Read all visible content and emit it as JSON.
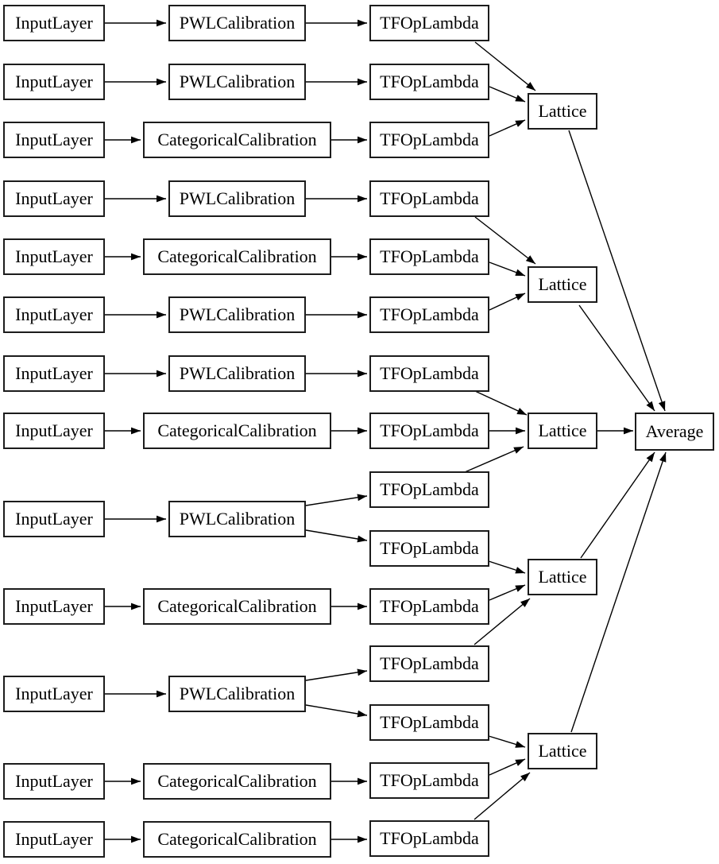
{
  "diagram": {
    "type": "model-graph",
    "colors": {
      "background": "#ffffff",
      "node_fill": "#ffffff",
      "node_border": "#1c1c1c",
      "edge": "#000000",
      "text": "#000000"
    },
    "nodes": [
      {
        "id": "input-1",
        "label": "InputLayer"
      },
      {
        "id": "pwl-1",
        "label": "PWLCalibration"
      },
      {
        "id": "tfop-1",
        "label": "TFOpLambda"
      },
      {
        "id": "input-2",
        "label": "InputLayer"
      },
      {
        "id": "pwl-2",
        "label": "PWLCalibration"
      },
      {
        "id": "tfop-2",
        "label": "TFOpLambda"
      },
      {
        "id": "input-3",
        "label": "InputLayer"
      },
      {
        "id": "cat-1",
        "label": "CategoricalCalibration"
      },
      {
        "id": "tfop-3",
        "label": "TFOpLambda"
      },
      {
        "id": "input-4",
        "label": "InputLayer"
      },
      {
        "id": "pwl-3",
        "label": "PWLCalibration"
      },
      {
        "id": "tfop-4",
        "label": "TFOpLambda"
      },
      {
        "id": "input-5",
        "label": "InputLayer"
      },
      {
        "id": "cat-2",
        "label": "CategoricalCalibration"
      },
      {
        "id": "tfop-5",
        "label": "TFOpLambda"
      },
      {
        "id": "input-6",
        "label": "InputLayer"
      },
      {
        "id": "pwl-4",
        "label": "PWLCalibration"
      },
      {
        "id": "tfop-6",
        "label": "TFOpLambda"
      },
      {
        "id": "input-7",
        "label": "InputLayer"
      },
      {
        "id": "pwl-5",
        "label": "PWLCalibration"
      },
      {
        "id": "tfop-7",
        "label": "TFOpLambda"
      },
      {
        "id": "input-8",
        "label": "InputLayer"
      },
      {
        "id": "cat-3",
        "label": "CategoricalCalibration"
      },
      {
        "id": "tfop-8",
        "label": "TFOpLambda"
      },
      {
        "id": "input-9",
        "label": "InputLayer"
      },
      {
        "id": "pwl-6",
        "label": "PWLCalibration"
      },
      {
        "id": "tfop-9",
        "label": "TFOpLambda"
      },
      {
        "id": "tfop-10",
        "label": "TFOpLambda"
      },
      {
        "id": "input-10",
        "label": "InputLayer"
      },
      {
        "id": "cat-4",
        "label": "CategoricalCalibration"
      },
      {
        "id": "tfop-11",
        "label": "TFOpLambda"
      },
      {
        "id": "input-11",
        "label": "InputLayer"
      },
      {
        "id": "pwl-7",
        "label": "PWLCalibration"
      },
      {
        "id": "tfop-12",
        "label": "TFOpLambda"
      },
      {
        "id": "tfop-13",
        "label": "TFOpLambda"
      },
      {
        "id": "input-12",
        "label": "InputLayer"
      },
      {
        "id": "cat-5",
        "label": "CategoricalCalibration"
      },
      {
        "id": "tfop-14",
        "label": "TFOpLambda"
      },
      {
        "id": "input-13",
        "label": "InputLayer"
      },
      {
        "id": "cat-6",
        "label": "CategoricalCalibration"
      },
      {
        "id": "tfop-15",
        "label": "TFOpLambda"
      },
      {
        "id": "lattice-1",
        "label": "Lattice"
      },
      {
        "id": "lattice-2",
        "label": "Lattice"
      },
      {
        "id": "lattice-3",
        "label": "Lattice"
      },
      {
        "id": "lattice-4",
        "label": "Lattice"
      },
      {
        "id": "lattice-5",
        "label": "Lattice"
      },
      {
        "id": "average",
        "label": "Average"
      }
    ],
    "edges": [
      [
        0,
        1
      ],
      [
        1,
        2
      ],
      [
        2,
        41
      ],
      [
        3,
        4
      ],
      [
        4,
        5
      ],
      [
        5,
        41
      ],
      [
        6,
        7
      ],
      [
        7,
        8
      ],
      [
        8,
        41
      ],
      [
        9,
        10
      ],
      [
        10,
        11
      ],
      [
        11,
        42
      ],
      [
        12,
        13
      ],
      [
        13,
        14
      ],
      [
        14,
        42
      ],
      [
        15,
        16
      ],
      [
        16,
        17
      ],
      [
        17,
        42
      ],
      [
        18,
        19
      ],
      [
        19,
        20
      ],
      [
        20,
        43
      ],
      [
        21,
        22
      ],
      [
        22,
        23
      ],
      [
        23,
        43
      ],
      [
        24,
        25
      ],
      [
        25,
        26
      ],
      [
        25,
        27
      ],
      [
        26,
        43
      ],
      [
        27,
        44
      ],
      [
        28,
        29
      ],
      [
        29,
        30
      ],
      [
        30,
        44
      ],
      [
        31,
        32
      ],
      [
        32,
        33
      ],
      [
        32,
        34
      ],
      [
        33,
        44
      ],
      [
        34,
        45
      ],
      [
        35,
        36
      ],
      [
        36,
        37
      ],
      [
        37,
        45
      ],
      [
        38,
        39
      ],
      [
        39,
        40
      ],
      [
        40,
        45
      ],
      [
        41,
        46
      ],
      [
        42,
        46
      ],
      [
        43,
        46
      ],
      [
        44,
        46
      ],
      [
        45,
        46
      ]
    ]
  }
}
